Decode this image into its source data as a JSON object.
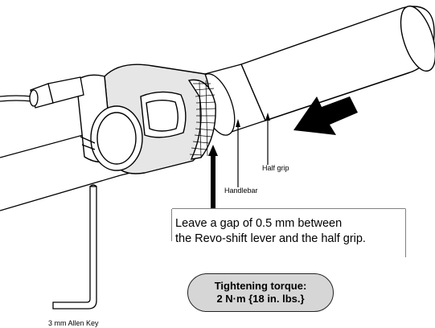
{
  "labels": {
    "half_grip": "Half grip",
    "handlebar": "Handlebar",
    "allen_key": "3 mm Allen Key"
  },
  "note": {
    "line1": "Leave a gap of 0.5 mm between",
    "line2": "the Revo-shift lever and the half grip."
  },
  "torque": {
    "line1": "Tightening torque:",
    "line2": "2 N·m {18 in. lbs.}"
  },
  "colors": {
    "line": "#000000",
    "torque_fill": "#d6d6d6",
    "shading": "#e6e6e6"
  }
}
